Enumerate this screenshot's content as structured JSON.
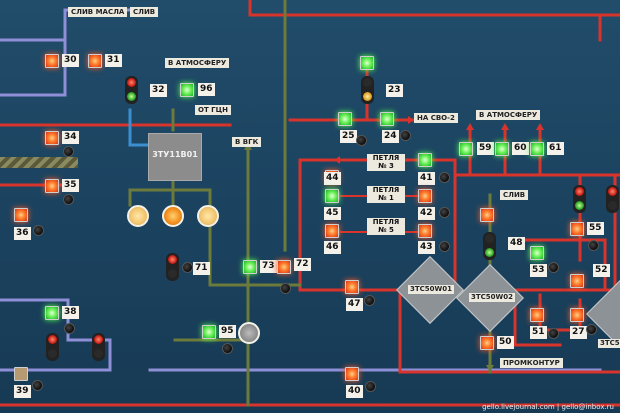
{
  "colors": {
    "pipe_red": "#d8342c",
    "pipe_lilac": "#8e8fd6",
    "pipe_olive": "#6c7a3c",
    "pipe_blue": "#3b8ed0"
  },
  "labels": {
    "sliv_masla": "СЛИВ МАСЛА",
    "sliv": "СЛИВ",
    "v_atmosferu_1": "В АТМОСФЕРУ",
    "ot_gun": "ОТ ГЦН",
    "v_vgk": "В ВГК",
    "na_svo2": "НА СВО-2",
    "v_atmosferu_2": "В АТМОСФЕРУ",
    "sliv_2": "СЛИВ",
    "promkontur": "ПРОМКОНТУР"
  },
  "loops": [
    {
      "line1": "ПЕТЛЯ",
      "line2": "№ 3"
    },
    {
      "line1": "ПЕТЛЯ",
      "line2": "№ 1"
    },
    {
      "line1": "ПЕТЛЯ",
      "line2": "№ 5"
    }
  ],
  "tank": "3ТУ11В01",
  "valves": [
    "3ТС50W01",
    "3ТС50W02",
    "3ТС5"
  ],
  "credit": "gello.livejournal.com | gello@inbox.ru",
  "numbers": {
    "n30": "30",
    "n31": "31",
    "n32": "32",
    "n96": "96",
    "n23": "23",
    "n25": "25",
    "n24": "24",
    "n34": "34",
    "n35": "35",
    "n36": "36",
    "n44": "44",
    "n41": "41",
    "n45": "45",
    "n42": "42",
    "n46": "46",
    "n43": "43",
    "n59": "59",
    "n60": "60",
    "n61": "61",
    "n55": "55",
    "n73": "73",
    "n72": "72",
    "n71": "71",
    "n48": "48",
    "n53": "53",
    "n52": "52",
    "n47": "47",
    "n38": "38",
    "n95": "95",
    "n51": "51",
    "n27": "27",
    "n50": "50",
    "n39": "39",
    "n40": "40"
  }
}
